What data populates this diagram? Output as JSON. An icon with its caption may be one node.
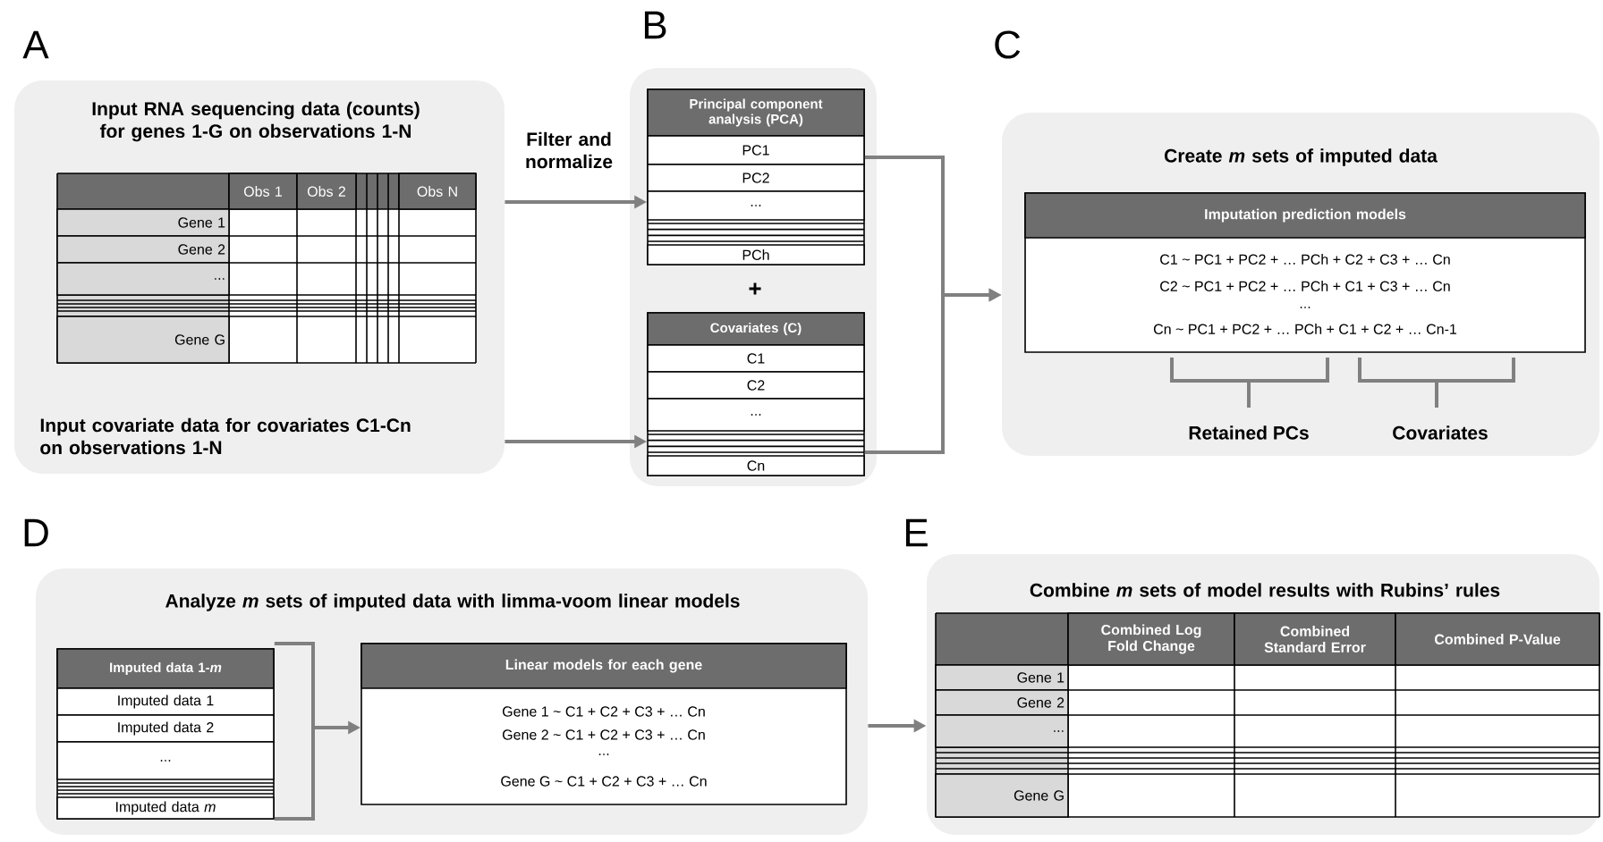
{
  "diagram": {
    "nodes": [
      {
        "text": [
          "Input RNA sequencing data (counts) for genes 1-G on observations 1-N",
          "Input covariate data for covariates C1-Cn on observations 1-N"
        ]
      },
      {
        "text": [],
        "shape": "box"
      },
      {
        "text": [
          "Principal component analysis (PCA)",
          "PC1",
          "PC2",
          "...",
          "PCh"
        ],
        "in": 1
      },
      {
        "text": [
          "Covariates (C)",
          "C1",
          "C2",
          "...",
          "Cn"
        ],
        "in": 1
      },
      {
        "text": [
          "Create *m* sets of imputed data"
        ]
      },
      {
        "text": [
          "Imputation prediction models",
          "C1 ~ PC1 + PC2 + … PCh + C2 + C3 + … Cn",
          "C2 ~ PC1 + PC2 + … PCh + C1 + C3 + … Cn",
          "...",
          "Cn ~ PC1 + PC2 + … PCh + C1 + C2 + … Cn-1"
        ],
        "in": 4
      },
      {
        "text": [
          "Analyze *m* sets of imputed data with limma-voom linear models"
        ]
      },
      {
        "text": [
          "Imputed data 1-*m*",
          "Imputed data 1",
          "Imputed data 2",
          "...",
          "Imputed data *m*"
        ],
        "in": 6
      },
      {
        "text": [
          "Linear models for each gene",
          "Gene 1 ~ C1 + C2 + C3 + … Cn",
          "Gene 2 ~ C1 + C2 + C3 + … Cn",
          "...",
          "Gene G ~ C1 + C2 + C3 + … Cn"
        ],
        "in": 6
      },
      {
        "text": [
          "Combine *m* sets of model results with Rubins’ rules"
        ]
      }
    ],
    "edges": [
      {
        "from": 0,
        "to": 2,
        "arrow": "to",
        "label": "Filter and normalize"
      },
      {
        "from": 0,
        "to": 3,
        "arrow": "to"
      },
      {
        "from": 2,
        "to": 4,
        "arrow": "to"
      },
      {
        "from": 3,
        "to": 4,
        "arrow": "to"
      },
      {
        "from": 7,
        "to": 8,
        "arrow": "to"
      },
      {
        "from": 6,
        "to": 9,
        "arrow": "to"
      }
    ],
    "labels": [
      "A",
      "Obs 1",
      "Obs 2",
      "Obs N",
      "Gene 1",
      "Gene 2",
      "...",
      "Gene G",
      "B",
      "+",
      "C",
      "Retained PCs",
      "Covariates",
      "D",
      "E",
      "Combined Log Fold Change",
      "Combined Standard Error",
      "Combined P-Value",
      "Gene 1",
      "Gene 2",
      "...",
      "Gene G"
    ]
  }
}
